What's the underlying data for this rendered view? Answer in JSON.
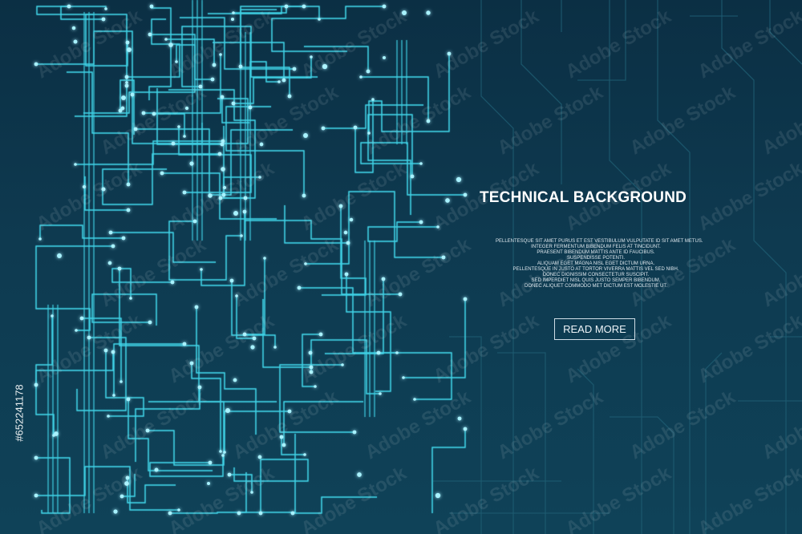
{
  "colors": {
    "background": "#0d3449",
    "circuit_line": "#3fd2e6",
    "circuit_node": "#a8f2ff",
    "faint_line": "#1e5c72",
    "text": "#ffffff"
  },
  "headline": "TECHNICAL BACKGROUND",
  "body_lines": [
    "Pellentesque sit amet purus et est vestibulum vulputate id sit amet metus.",
    "Integer fermentum bibendum felis at tincidunt.",
    "Praesent bibendum mattis ante id faucibus.",
    "Suspendisse potenti.",
    "Aliquam eget magna nisl eget dictum urna.",
    "Pellentesque in justo at tortor viverra mattis vel sed nibh.",
    "Donec dignissim consectetur suscipit.",
    "Sed imperdiet nisl quis justo semper bibendum.",
    "Donec aliquet commodo  met dictum est molestie ut."
  ],
  "button_label": "READ MORE",
  "stock_id": "#652241178",
  "watermark_text": "Adobe Stock",
  "icons": {
    "circuit_pattern": "circuit-board-graphic"
  }
}
